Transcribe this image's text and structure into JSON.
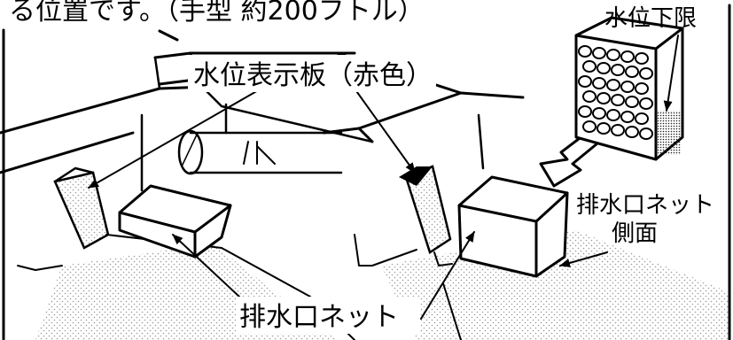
{
  "header": {
    "cut_text": "る位置です。（手型 約200フトル）"
  },
  "labels": {
    "water_level_plate": "水位表示板（赤色）",
    "water_level_lower_limit": "水位下限",
    "drain_net": "排水口ネット",
    "drain_net_side_line1": "排水口ネット",
    "drain_net_side_line2": "側面"
  },
  "colors": {
    "ink": "#000000",
    "background": "#ffffff",
    "stipple": "#9a9a9a"
  }
}
